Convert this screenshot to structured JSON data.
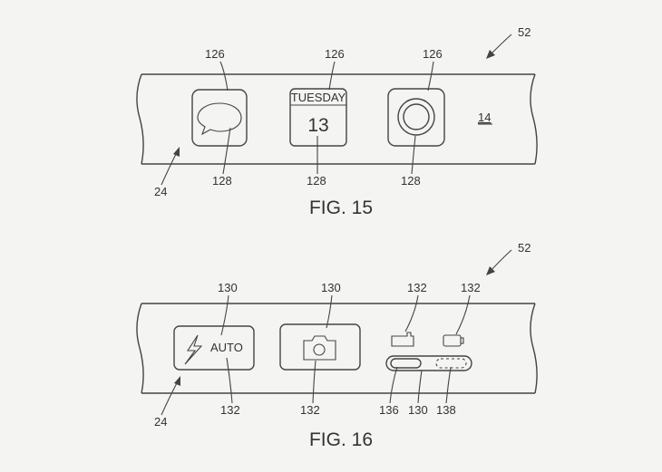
{
  "figure15": {
    "caption": "FIG. 15",
    "refs": {
      "device": "52",
      "strip": "24",
      "display": "14",
      "icon_top_1": "126",
      "icon_top_2": "126",
      "icon_top_3": "126",
      "icon_bottom_1": "128",
      "icon_bottom_2": "128",
      "icon_bottom_3": "128"
    },
    "calendar": {
      "day": "TUESDAY",
      "date": "13"
    }
  },
  "figure16": {
    "caption": "FIG. 16",
    "refs": {
      "device": "52",
      "strip": "24",
      "flash_top": "130",
      "flash_bottom": "132",
      "camera_top": "130",
      "camera_bottom": "132",
      "video_indicator": "132",
      "still_indicator": "132",
      "slider_left": "136",
      "slider_mid": "130",
      "slider_right": "138"
    },
    "flash_label": "AUTO"
  },
  "colors": {
    "line": "#444444",
    "background": "#f4f4f2"
  }
}
